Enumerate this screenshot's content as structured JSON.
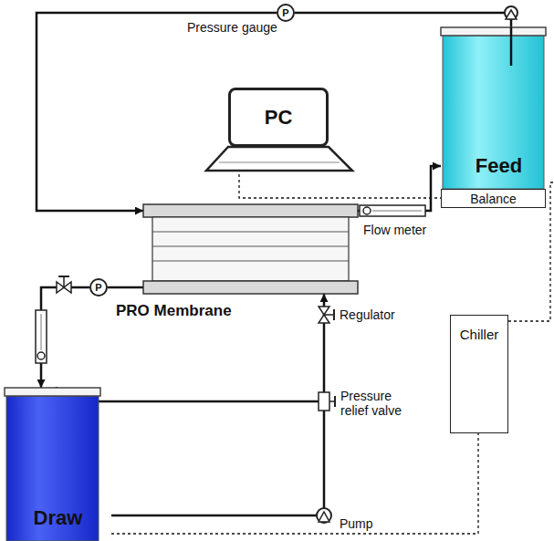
{
  "diagram": {
    "nodes": [
      {
        "text": [
          "P"
        ]
      },
      {
        "text": [
          "PC"
        ]
      },
      {
        "text": [
          "Feed"
        ]
      },
      {
        "text": [
          "Balance"
        ]
      },
      {
        "text": [
          "PRO Membrane"
        ]
      },
      {
        "text": [
          "P"
        ]
      },
      {
        "text": [
          "Chiller"
        ]
      },
      {
        "text": [
          "Draw"
        ]
      }
    ],
    "edges": [
      {
        "from": 2,
        "to": 0,
        "arrow": "none"
      },
      {
        "from": 0,
        "to": 4,
        "arrow": "to"
      },
      {
        "from": 4,
        "to": 2,
        "arrow": "to"
      },
      {
        "from": 7,
        "to": 4,
        "arrow": "to"
      },
      {
        "from": 4,
        "to": 5,
        "arrow": "none"
      },
      {
        "from": 5,
        "to": 7,
        "arrow": "to"
      },
      {
        "from": 1,
        "to": 3,
        "arrow": "none"
      },
      {
        "from": 6,
        "to": 2,
        "arrow": "none"
      },
      {
        "from": 7,
        "to": 6,
        "arrow": "none"
      }
    ],
    "labels": [
      "Pressure gauge",
      "Flow meter",
      "Regulator",
      "Pressure relief valve",
      "Pump"
    ]
  }
}
